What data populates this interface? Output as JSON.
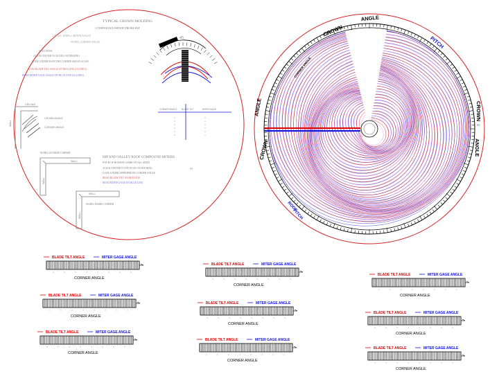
{
  "colors": {
    "outline": "#d62020",
    "red": "#e00000",
    "blue": "#1010e0",
    "pink": "#e070e0",
    "purple": "#8020c0",
    "grey": "#7a7a7a",
    "black": "#000000"
  },
  "left_sheet": {
    "title": "TYPICAL CROWN MOLDING",
    "subtitle": "COMPOUND MITER PROBLEM",
    "given_1": "GIVEN: 38 DEG CROWN ANGLE",
    "given_2": "90 DEG CORNER ANGLE",
    "solution_head": "SOLUTION:",
    "solution_1": "ALIGN CENTER TO 38 DEG OUTER RING",
    "solution_2": "LOOK UNDER 90 ON THE CORNER ANGLE SCALE",
    "red_line_1": "READ BLADE TILT ANGLE ON RED LINE (33.9 DEG)",
    "blue_line_1": "READ MITER GAGE ANGLE ON BLUE LINE (31.6 DEG)",
    "small_angle": "45",
    "wall_label": "CEILING",
    "wall_side": "WALL",
    "crown_label": "CROWN ANGLE",
    "corner_label": "CORNER ANGLE",
    "outside_corner": "90 DEG OUTSIDE CORNER",
    "wall_a": "WALL",
    "wall_b": "WALL",
    "wall_c": "WALL",
    "wall_d": "WALL",
    "inside_corner": "90 DEG INSIDE CORNER",
    "table_head_1": "CORNER ANGLE",
    "table_head_2": "BLADE TILT",
    "table_head_3": "MITER GAGE",
    "hip_title": "HIP AND VALLEY ROOF COMPOUND MITERS",
    "hip_1": "PITCH OF ROOFING SAME ON ALL SIDES",
    "hip_2": "ALIGN CENTER TO PITCH ON OUTER RING",
    "hip_3": "LOOK UNDER APPROPRIATE CORNER ANGLE",
    "hip_4": "READ BLADE TILT ON RED LINE",
    "hip_5": "READ MITER GAGE ON BLUE LINE",
    "hip_mark": "IN"
  },
  "dial": {
    "label_angle_top": "ANGLE",
    "label_crown_top": "CROWN",
    "label_corner": "CORNER ANGLE",
    "label_pitch": "PITCH",
    "label_crown_right": "CROWN",
    "label_angle_right": "ANGLE",
    "label_angle_left": "ANGLE",
    "label_crown_left": "CROWN",
    "label_roof": "ROOF",
    "label_pitch_bottom": "PITCH",
    "right_marker": "IN"
  },
  "scales": [
    {
      "red": "BLADE TILT ANGLE",
      "blue": "MITER GAGE ANGLE",
      "bottom": "CORNER ANGLE"
    },
    {
      "red": "BLADE TILT ANGLE",
      "blue": "MITER GAGE ANGLE",
      "bottom": "CORNER ANGLE"
    },
    {
      "red": "BLADE TILT ANGLE",
      "blue": "MITER GAGE ANGLE",
      "bottom": "CORNER ANGLE"
    },
    {
      "red": "BLADE TILT ANGLE",
      "blue": "MITER GAGE ANGLE",
      "bottom": "CORNER ANGLE"
    },
    {
      "red": "BLADE TILT ANGLE",
      "blue": "MITER GAGE ANGLE",
      "bottom": "CORNER ANGLE"
    },
    {
      "red": "BLADE TILT ANGLE",
      "blue": "MITER GAGE ANGLE",
      "bottom": "CORNER ANGLE"
    },
    {
      "red": "BLADE TILT ANGLE",
      "blue": "MITER GAGE ANGLE",
      "bottom": "CORNER ANGLE"
    },
    {
      "red": "BLADE TILT ANGLE",
      "blue": "MITER GAGE ANGLE",
      "bottom": "CORNER ANGLE"
    },
    {
      "red": "BLADE TILT ANGLE",
      "blue": "MITER GAGE ANGLE",
      "bottom": "CORNER ANGLE"
    }
  ]
}
